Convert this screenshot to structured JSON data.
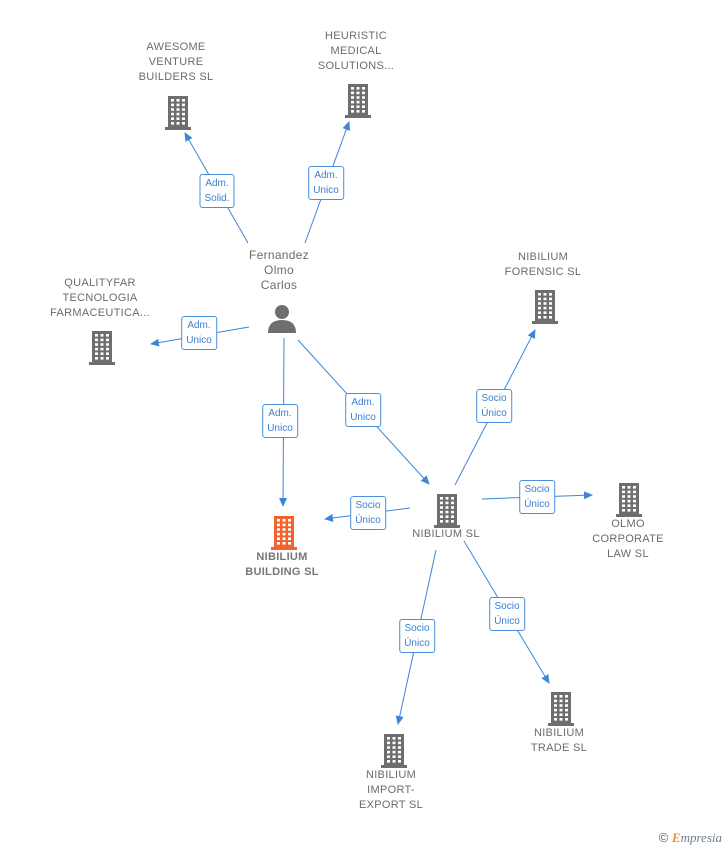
{
  "colors": {
    "edge": "#3d85d6",
    "node": "#6e6e6e",
    "focus": "#f0652f",
    "person": "#6e6e6e"
  },
  "nodes": [
    {
      "id": "person",
      "icon": "person-icon",
      "label": "Fernandez\nOlmo\nCarlos",
      "kind": "person"
    },
    {
      "id": "awesome",
      "icon": "building-icon",
      "label": "AWESOME\nVENTURE\nBUILDERS SL"
    },
    {
      "id": "heuristic",
      "icon": "building-icon",
      "label": "HEURISTIC\nMEDICAL\nSOLUTIONS..."
    },
    {
      "id": "qualityfar",
      "icon": "building-icon",
      "label": "QUALITYFAR\nTECNOLOGIA\nFARMACEUTICA..."
    },
    {
      "id": "building",
      "icon": "building-icon",
      "label": "NIBILIUM\nBUILDING SL",
      "kind": "focus"
    },
    {
      "id": "nibilium",
      "icon": "building-icon",
      "label": "NIBILIUM SL"
    },
    {
      "id": "forensic",
      "icon": "building-icon",
      "label": "NIBILIUM\nFORENSIC SL"
    },
    {
      "id": "olmo",
      "icon": "building-icon",
      "label": "OLMO\nCORPORATE\nLAW SL"
    },
    {
      "id": "trade",
      "icon": "building-icon",
      "label": "NIBILIUM\nTRADE SL"
    },
    {
      "id": "import",
      "icon": "building-icon",
      "label": "NIBILIUM\nIMPORT-\nEXPORT SL"
    }
  ],
  "edges": [
    {
      "from": "person",
      "to": "awesome",
      "label": "Adm.\nSolid."
    },
    {
      "from": "person",
      "to": "heuristic",
      "label": "Adm.\nUnico"
    },
    {
      "from": "person",
      "to": "qualityfar",
      "label": "Adm.\nUnico"
    },
    {
      "from": "person",
      "to": "building",
      "label": "Adm.\nUnico"
    },
    {
      "from": "person",
      "to": "nibilium",
      "label": "Adm.\nUnico"
    },
    {
      "from": "nibilium",
      "to": "building",
      "label": "Socio\nÚnico"
    },
    {
      "from": "nibilium",
      "to": "forensic",
      "label": "Socio\nÚnico"
    },
    {
      "from": "nibilium",
      "to": "olmo",
      "label": "Socio\nÚnico"
    },
    {
      "from": "nibilium",
      "to": "trade",
      "label": "Socio\nÚnico"
    },
    {
      "from": "nibilium",
      "to": "import",
      "label": "Socio\nÚnico"
    }
  ],
  "copyright": {
    "symbol": "©",
    "brand_first": "E",
    "brand_rest": "mpresia"
  }
}
